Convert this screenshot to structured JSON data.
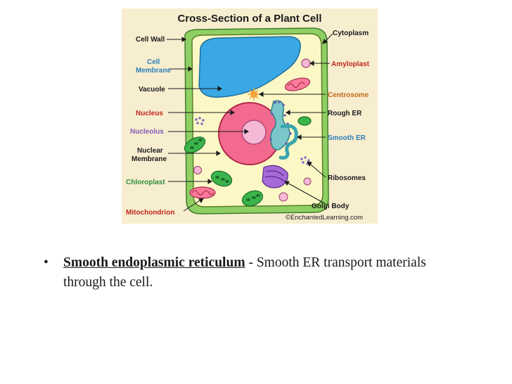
{
  "diagram": {
    "title": "Cross-Section of a Plant Cell",
    "labels": {
      "cell_wall": "Cell Wall",
      "cell_membrane_1": "Cell",
      "cell_membrane_2": "Membrane",
      "vacuole": "Vacuole",
      "nucleus": "Nucleus",
      "nucleolus": "Nucleolus",
      "nuclear_membrane_1": "Nuclear",
      "nuclear_membrane_2": "Membrane",
      "chloroplast": "Chloroplast",
      "mitochondrion": "Mitochondrion",
      "cytoplasm": "Cytoplasm",
      "amyloplast": "Amyloplast",
      "centrosome": "Centrosome",
      "rough_er": "Rough ER",
      "smooth_er": "Smooth ER",
      "ribosomes": "Ribosomes",
      "golgi_body": "Golgi Body"
    },
    "credit": "©EnchantedLearning.com",
    "colors": {
      "label_dark": "#1b1b1b",
      "label_red": "#c0281f",
      "label_blue": "#2e7fb9",
      "label_purple": "#7d5fb5",
      "label_orange": "#c46a18",
      "label_green": "#2e8b3e"
    }
  },
  "caption": {
    "bullet": "•",
    "term": "Smooth endoplasmic reticulum",
    "description": " - Smooth ER transport materials through the cell."
  }
}
